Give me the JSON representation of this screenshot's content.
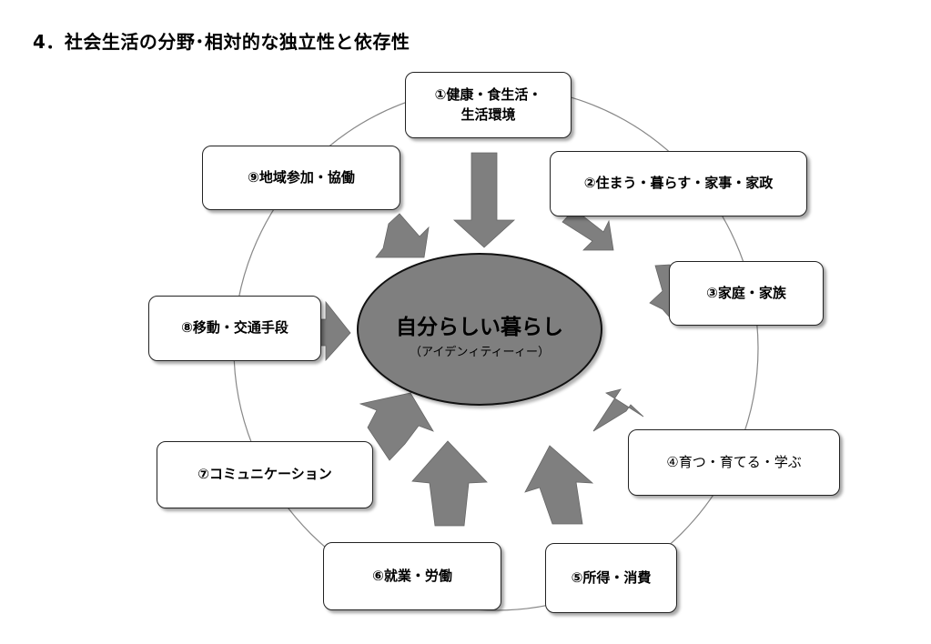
{
  "title": "4．社会生活の分野･相対的な独立性と依存性",
  "center": {
    "main": "自分らしい暮らし",
    "sub": "（アイデンィティーィー）"
  },
  "areas": [
    {
      "lines": [
        "①健康・食生活・",
        "生活環境"
      ]
    },
    {
      "lines": [
        "②住まう・暮らす・家事・家政"
      ]
    },
    {
      "lines": [
        "③家庭・家族"
      ]
    },
    {
      "lines": [
        "④育つ・育てる・学ぶ"
      ]
    },
    {
      "lines": [
        "⑤所得・消費"
      ]
    },
    {
      "lines": [
        "⑥就業・労働"
      ]
    },
    {
      "lines": [
        "⑦コミュニケーション"
      ]
    },
    {
      "lines": [
        "⑧移動・交通手段"
      ]
    },
    {
      "lines": [
        "⑨地域参加・協働"
      ]
    }
  ],
  "colors": {
    "arrow": "#7f7f7f",
    "center_fill": "#7f7f7f",
    "ring": "#888888"
  }
}
